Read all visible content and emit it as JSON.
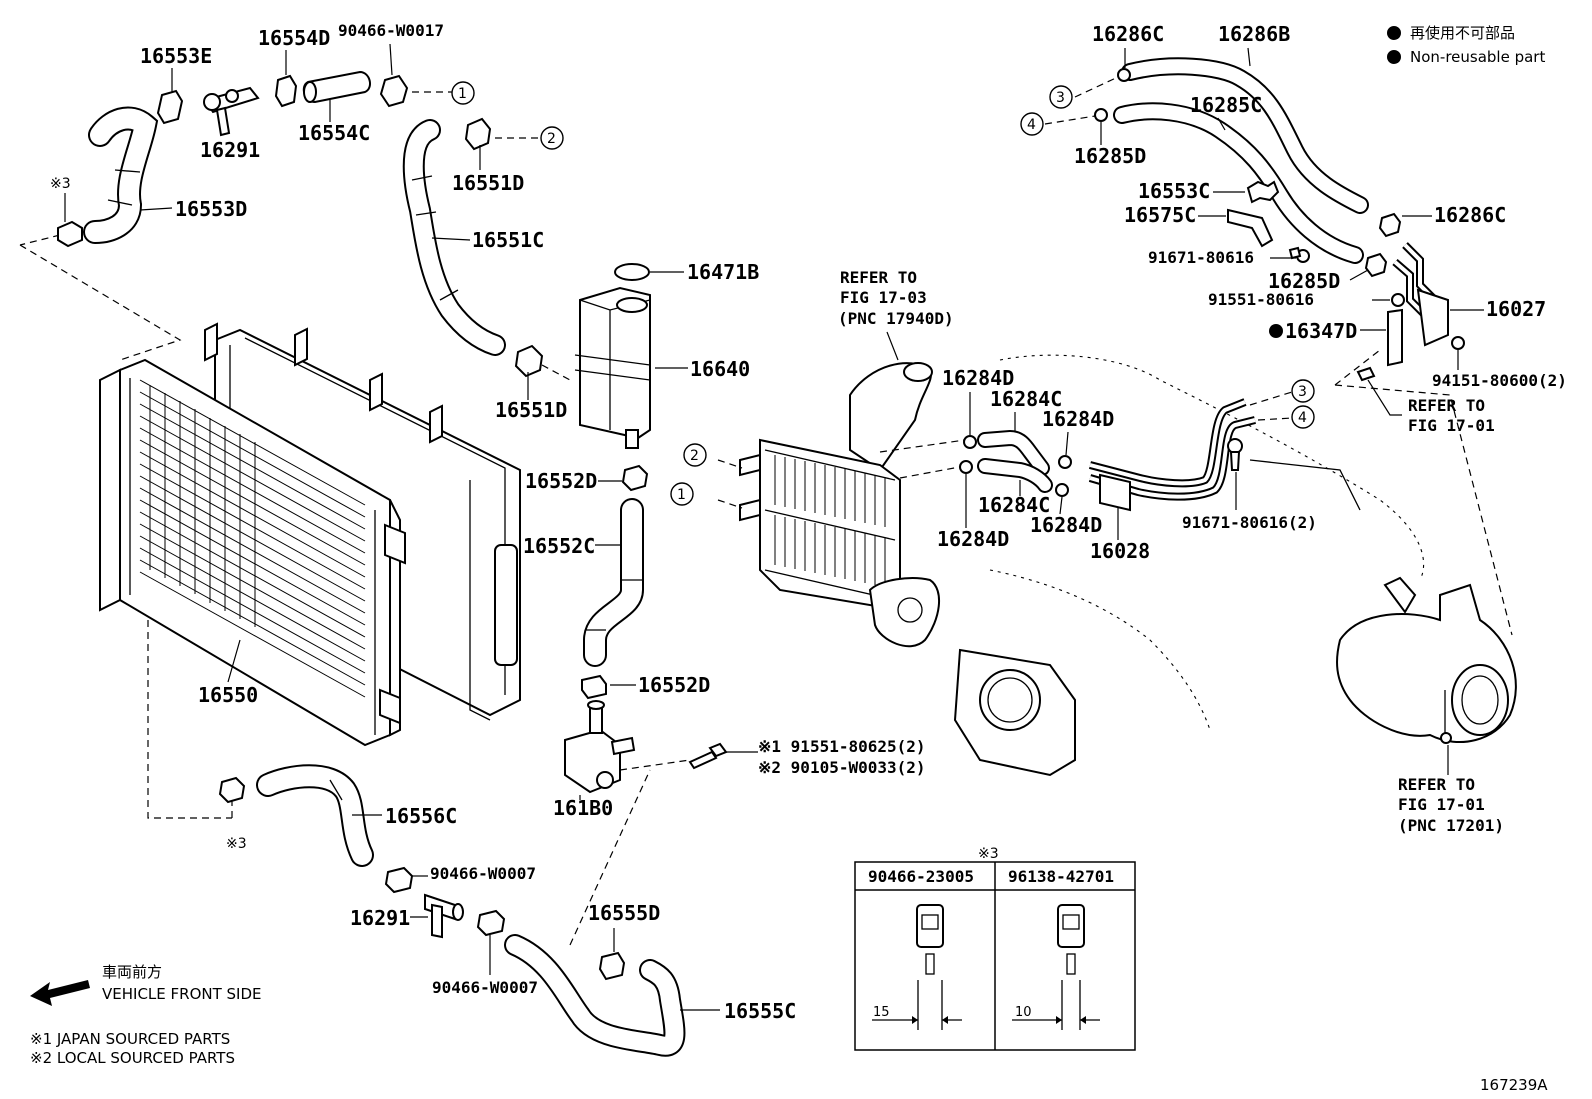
{
  "legend": {
    "non_reusable_jp": "再使用不可部品",
    "non_reusable_en": "Non-reusable part"
  },
  "direction": {
    "jp": "車両前方",
    "en": "VEHICLE FRONT SIDE"
  },
  "footnotes": {
    "note1": "※1 JAPAN SOURCED PARTS",
    "note2": "※2 LOCAL SOURCED PARTS"
  },
  "diagram_id": "167239A",
  "refs": {
    "ref_17_03": [
      "REFER TO",
      "FIG 17-03",
      "(PNC 17940D)"
    ],
    "ref_17_01_a": [
      "REFER TO",
      "FIG 17-01"
    ],
    "ref_17_01_b": [
      "REFER TO",
      "FIG 17-01",
      "(PNC 17201)"
    ]
  },
  "clamp_table": {
    "title": "※3",
    "columns": [
      "90466-23005",
      "96138-42701"
    ],
    "dims": [
      "15",
      "10"
    ]
  },
  "circles": [
    "1",
    "2",
    "3",
    "4"
  ],
  "labels": {
    "p16553E": "16553E",
    "p16554D": "16554D",
    "p90466W0017": "90466-W0017",
    "p16291a": "16291",
    "p16554C": "16554C",
    "p16551Da": "16551D",
    "note3a": "※3",
    "p16553D": "16553D",
    "p16551C": "16551C",
    "p16471B": "16471B",
    "p16640": "16640",
    "p16551Db": "16551D",
    "p16552Da": "16552D",
    "p16552C": "16552C",
    "p16552Db": "16552D",
    "p16550": "16550",
    "p161B0": "161B0",
    "p91551_80625": "※1 91551-80625(2)",
    "p90105_W0033": "※2 90105-W0033(2)",
    "p16556C": "16556C",
    "note3b": "※3",
    "p90466W0007a": "90466-W0007",
    "p16291b": "16291",
    "p16555D": "16555D",
    "p90466W0007b": "90466-W0007",
    "p16555C": "16555C",
    "p16284Da": "16284D",
    "p16284Ca": "16284C",
    "p16284Db": "16284D",
    "p16284Cb": "16284C",
    "p16284Dc": "16284D",
    "p16284Dd": "16284D",
    "p16028": "16028",
    "p91671_80616_2": "91671-80616(2)",
    "p16286Ca": "16286C",
    "p16286B": "16286B",
    "p16285C": "16285C",
    "p16285Da": "16285D",
    "p16553C": "16553C",
    "p16575C": "16575C",
    "p16286Cb": "16286C",
    "p91671_80616": "91671-80616",
    "p16285Db": "16285D",
    "p91551_80616": "91551-80616",
    "p16027": "16027",
    "p16347D": "16347D",
    "p94151_80600": "94151-80600(2)"
  }
}
